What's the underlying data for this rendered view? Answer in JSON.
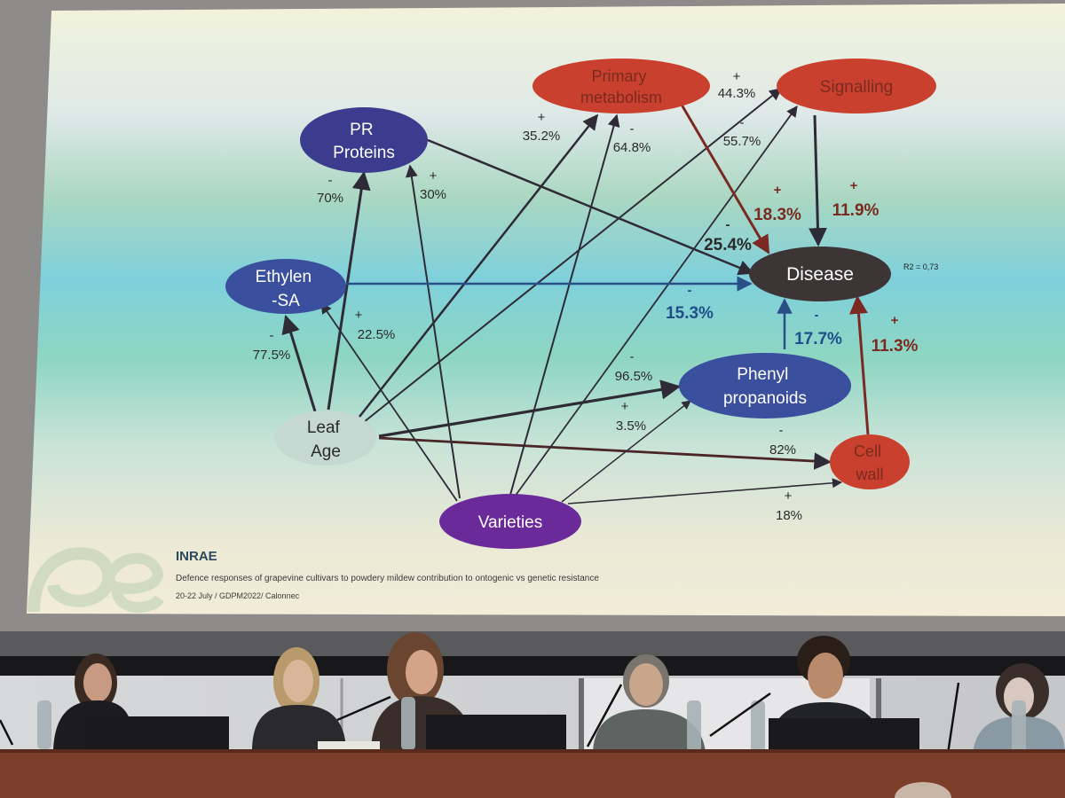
{
  "slide": {
    "nodes": {
      "primary_metabolism": [
        "Primary",
        "metabolism"
      ],
      "signalling": "Signalling",
      "pr_proteins": [
        "PR",
        "Proteins"
      ],
      "ethylene_sa": [
        "Ethylen",
        "-SA"
      ],
      "disease": "Disease",
      "phenylpropanoids": [
        "Phenyl",
        "propanoids"
      ],
      "leaf_age": [
        "Leaf",
        "Age"
      ],
      "cell_wall": [
        "Cell",
        "wall"
      ],
      "varieties": "Varieties"
    },
    "r2_label": "R2 = 0,73",
    "coefficients": {
      "pr_neg": {
        "sign": "-",
        "value": "70%"
      },
      "pr_pos": {
        "sign": "+",
        "value": "30%"
      },
      "pm_pos": {
        "sign": "+",
        "value": "35.2%"
      },
      "pm_neg": {
        "sign": "-",
        "value": "64.8%"
      },
      "sig_pos": {
        "sign": "+",
        "value": "44.3%"
      },
      "sig_neg": {
        "sign": "-",
        "value": "55.7%"
      },
      "pm_disease": {
        "sign": "+",
        "value": "18.3%"
      },
      "sig_disease": {
        "sign": "+",
        "value": "11.9%"
      },
      "pr_disease": {
        "sign": "-",
        "value": "25.4%"
      },
      "eth_disease": {
        "sign": "-",
        "value": "15.3%"
      },
      "phen_disease": {
        "sign": "-",
        "value": "17.7%"
      },
      "cw_disease": {
        "sign": "+",
        "value": "11.3%"
      },
      "eth_neg": {
        "sign": "-",
        "value": "77.5%"
      },
      "eth_pos": {
        "sign": "+",
        "value": "22.5%"
      },
      "phen_neg": {
        "sign": "-",
        "value": "96.5%"
      },
      "phen_pos": {
        "sign": "+",
        "value": "3.5%"
      },
      "cw_neg": {
        "sign": "-",
        "value": "82%"
      },
      "cw_pos": {
        "sign": "+",
        "value": "18%"
      }
    },
    "footer": {
      "logo": "INRAE",
      "title": "Defence responses of grapevine cultivars to powdery mildew contribution to ontogenic vs genetic resistance",
      "meta": "20-22 July / GDPM2022/ Calonnec"
    }
  }
}
